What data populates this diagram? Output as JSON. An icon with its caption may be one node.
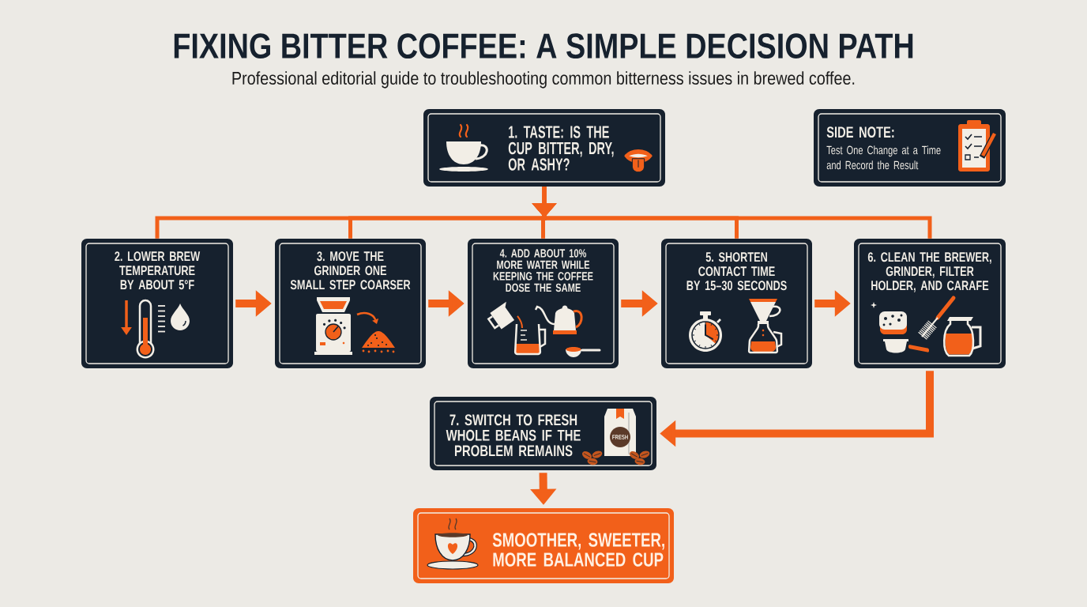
{
  "diagram": {
    "title": "FIXING BITTER COFFEE: A SIMPLE DECISION PATH",
    "nodes": [
      {
        "text": [
          "1. TASTE: IS THE CUP BITTER, DRY, OR ASHY?"
        ]
      },
      {
        "text": [
          "SIDE NOTE:",
          "Test One Change at a Time and Record the Result"
        ]
      },
      {
        "text": [
          "2. LOWER BREW TEMPERATURE BY ABOUT 5°F"
        ]
      },
      {
        "text": [
          "3. MOVE THE GRINDER ONE SMALL STEP COARSER"
        ]
      },
      {
        "text": [
          "4. ADD ABOUT 10% MORE WATER WHILE KEEPING THE COFFEE DOSE THE SAME"
        ]
      },
      {
        "text": [
          "5. SHORTEN CONTACT TIME BY 15–30 SECONDS"
        ]
      },
      {
        "text": [
          "6. CLEAN THE BREWER, GRINDER, FILTER HOLDER, AND CARAFE"
        ]
      },
      {
        "text": [
          "7. SWITCH TO FRESH WHOLE BEANS IF THE PROBLEM REMAINS"
        ]
      },
      {
        "text": [
          "SMOOTHER, SWEETER, MORE BALANCED CUP"
        ]
      }
    ],
    "edges": [
      {
        "from": 0,
        "to": 2,
        "arrow": "to"
      },
      {
        "from": 0,
        "to": 3,
        "arrow": "to"
      },
      {
        "from": 0,
        "to": 4,
        "arrow": "to"
      },
      {
        "from": 0,
        "to": 5,
        "arrow": "to"
      },
      {
        "from": 0,
        "to": 6,
        "arrow": "to"
      },
      {
        "from": 2,
        "to": 3,
        "arrow": "to"
      },
      {
        "from": 3,
        "to": 4,
        "arrow": "to"
      },
      {
        "from": 4,
        "to": 5,
        "arrow": "to"
      },
      {
        "from": 5,
        "to": 6,
        "arrow": "to"
      },
      {
        "from": 6,
        "to": 7,
        "arrow": "to"
      },
      {
        "from": 7,
        "to": 8,
        "arrow": "to"
      }
    ],
    "labels": [
      "Professional editorial guide to troubleshooting common bitterness issues in brewed coffee.",
      "FRESH"
    ]
  }
}
